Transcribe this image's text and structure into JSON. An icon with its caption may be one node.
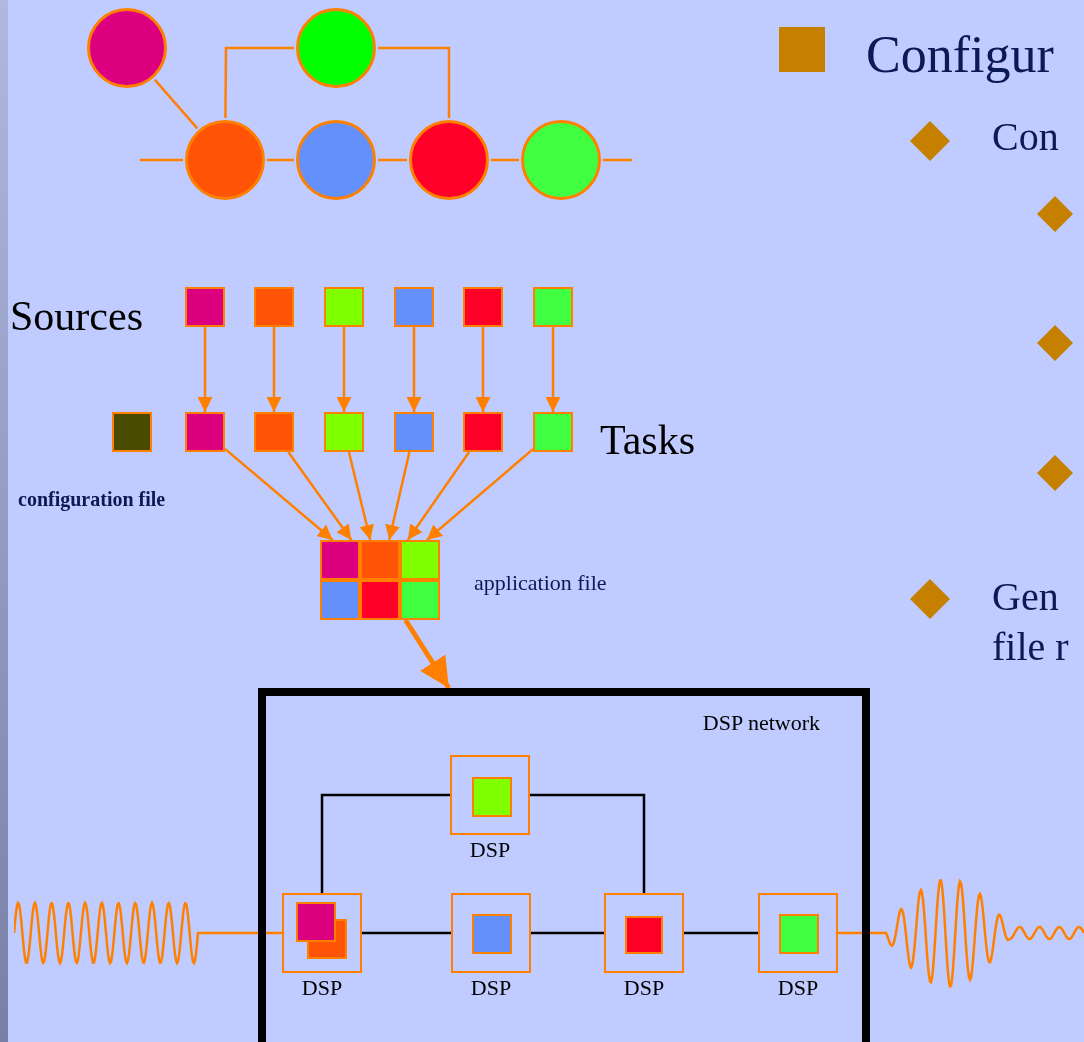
{
  "diagram": {
    "nodes": [
      {
        "text": [],
        "shape": "circle"
      },
      {
        "text": [],
        "shape": "circle"
      },
      {
        "text": [],
        "shape": "circle"
      },
      {
        "text": [],
        "shape": "circle"
      },
      {
        "text": [],
        "shape": "circle"
      },
      {
        "text": [],
        "shape": "circle"
      },
      {
        "text": [],
        "shape": "box"
      },
      {
        "text": [],
        "shape": "box"
      },
      {
        "text": [],
        "shape": "box"
      },
      {
        "text": [],
        "shape": "box"
      },
      {
        "text": [],
        "shape": "box"
      },
      {
        "text": [],
        "shape": "box"
      },
      {
        "text": [],
        "shape": "box",
        "beside": [
          "configuration file"
        ]
      },
      {
        "text": [],
        "shape": "box"
      },
      {
        "text": [],
        "shape": "box"
      },
      {
        "text": [],
        "shape": "box"
      },
      {
        "text": [],
        "shape": "box"
      },
      {
        "text": [],
        "shape": "box"
      },
      {
        "text": [],
        "shape": "box"
      },
      {
        "text": [],
        "shape": "box",
        "beside": [
          "application file"
        ]
      },
      {
        "text": [],
        "shape": "box",
        "in": 19
      },
      {
        "text": [],
        "shape": "box",
        "in": 19
      },
      {
        "text": [],
        "shape": "box",
        "in": 19
      },
      {
        "text": [],
        "shape": "box",
        "in": 19
      },
      {
        "text": [],
        "shape": "box",
        "in": 19
      },
      {
        "text": [],
        "shape": "box",
        "in": 19
      },
      {
        "text": [
          "DSP network"
        ]
      },
      {
        "text": [
          "DSP"
        ],
        "in": 26
      },
      {
        "text": [],
        "shape": "box",
        "in": 27
      },
      {
        "text": [
          "DSP"
        ],
        "in": 26
      },
      {
        "text": [],
        "shape": "box",
        "in": 29
      },
      {
        "text": [
          "DSP"
        ],
        "in": 26
      },
      {
        "text": [],
        "shape": "box",
        "in": 31
      },
      {
        "text": [
          "DSP"
        ],
        "in": 26
      },
      {
        "text": [],
        "shape": "box",
        "in": 33
      },
      {
        "text": [
          "DSP"
        ],
        "in": 26
      },
      {
        "text": [],
        "shape": "box",
        "in": 35
      },
      {
        "text": [],
        "shape": "wave"
      },
      {
        "text": [],
        "shape": "wave"
      }
    ],
    "edges": [
      {
        "from": 0,
        "to": 2,
        "arrow": "none"
      },
      {
        "from": 2,
        "to": 1,
        "arrow": "none"
      },
      {
        "from": 1,
        "to": 4,
        "arrow": "none"
      },
      {
        "from": null,
        "to": 2,
        "arrow": "none"
      },
      {
        "from": 2,
        "to": 3,
        "arrow": "none"
      },
      {
        "from": 3,
        "to": 4,
        "arrow": "none"
      },
      {
        "from": 4,
        "to": 5,
        "arrow": "none"
      },
      {
        "from": 5,
        "to": null,
        "arrow": "none"
      },
      {
        "from": 6,
        "to": 13,
        "arrow": "to"
      },
      {
        "from": 7,
        "to": 14,
        "arrow": "to"
      },
      {
        "from": 8,
        "to": 15,
        "arrow": "to"
      },
      {
        "from": 9,
        "to": 16,
        "arrow": "to"
      },
      {
        "from": 10,
        "to": 17,
        "arrow": "to"
      },
      {
        "from": 11,
        "to": 18,
        "arrow": "to"
      },
      {
        "from": 13,
        "to": 19,
        "arrow": "to"
      },
      {
        "from": 14,
        "to": 19,
        "arrow": "to"
      },
      {
        "from": 15,
        "to": 19,
        "arrow": "to"
      },
      {
        "from": 16,
        "to": 19,
        "arrow": "to"
      },
      {
        "from": 17,
        "to": 19,
        "arrow": "to"
      },
      {
        "from": 18,
        "to": 19,
        "arrow": "to"
      },
      {
        "from": 19,
        "to": 26,
        "arrow": "to",
        "style": "thick"
      },
      {
        "from": 29,
        "to": 27,
        "arrow": "none",
        "color": "#000000"
      },
      {
        "from": 27,
        "to": 33,
        "arrow": "none",
        "color": "#000000"
      },
      {
        "from": 29,
        "to": 31,
        "arrow": "none",
        "color": "#000000"
      },
      {
        "from": 31,
        "to": 33,
        "arrow": "none",
        "color": "#000000"
      },
      {
        "from": 33,
        "to": 35,
        "arrow": "none",
        "color": "#000000"
      },
      {
        "from": 37,
        "to": 29,
        "arrow": "none"
      },
      {
        "from": 35,
        "to": 38,
        "arrow": "none"
      }
    ],
    "labels": [
      "Configur",
      "Con",
      "Sources",
      "Tasks",
      "Gen file r"
    ]
  }
}
